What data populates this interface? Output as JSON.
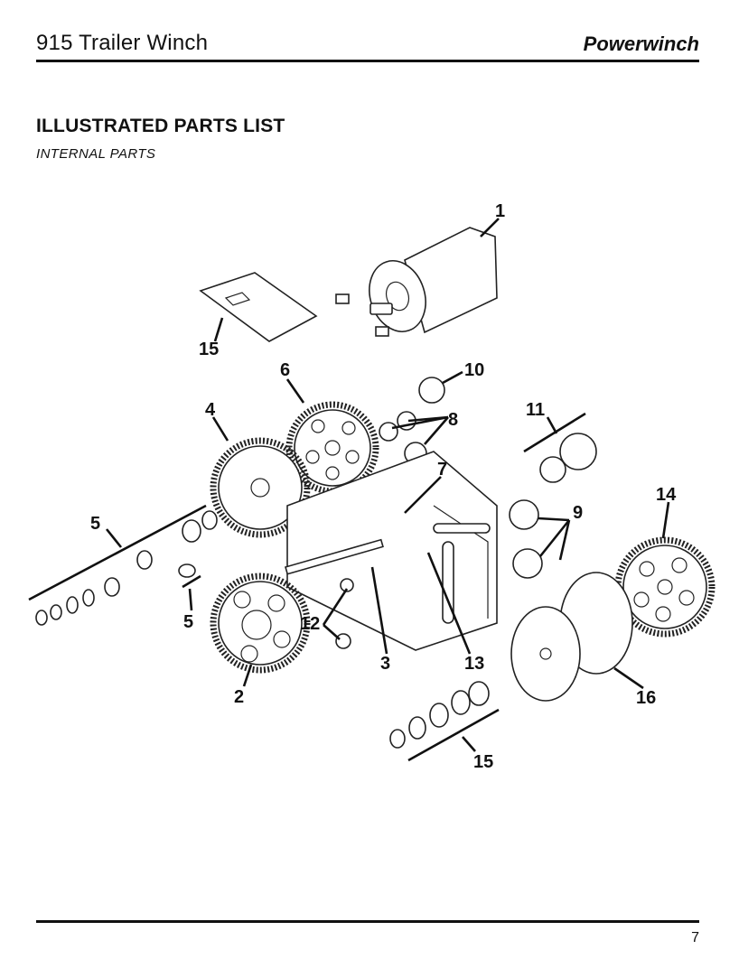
{
  "header": {
    "title": "915 Trailer Winch",
    "brand": "Powerwinch"
  },
  "section": {
    "title": "ILLUSTRATED PARTS LIST",
    "subtitle": "INTERNAL PARTS"
  },
  "callouts": {
    "c1": "1",
    "c15a": "15",
    "c10": "10",
    "c6": "6",
    "c4": "4",
    "c8": "8",
    "c11": "11",
    "c7": "7",
    "c14": "14",
    "c9": "9",
    "c5a": "5",
    "c5b": "5",
    "c12": "12",
    "c3": "3",
    "c13": "13",
    "c2": "2",
    "c16": "16",
    "c15b": "15"
  },
  "footer": {
    "page_number": "7"
  }
}
